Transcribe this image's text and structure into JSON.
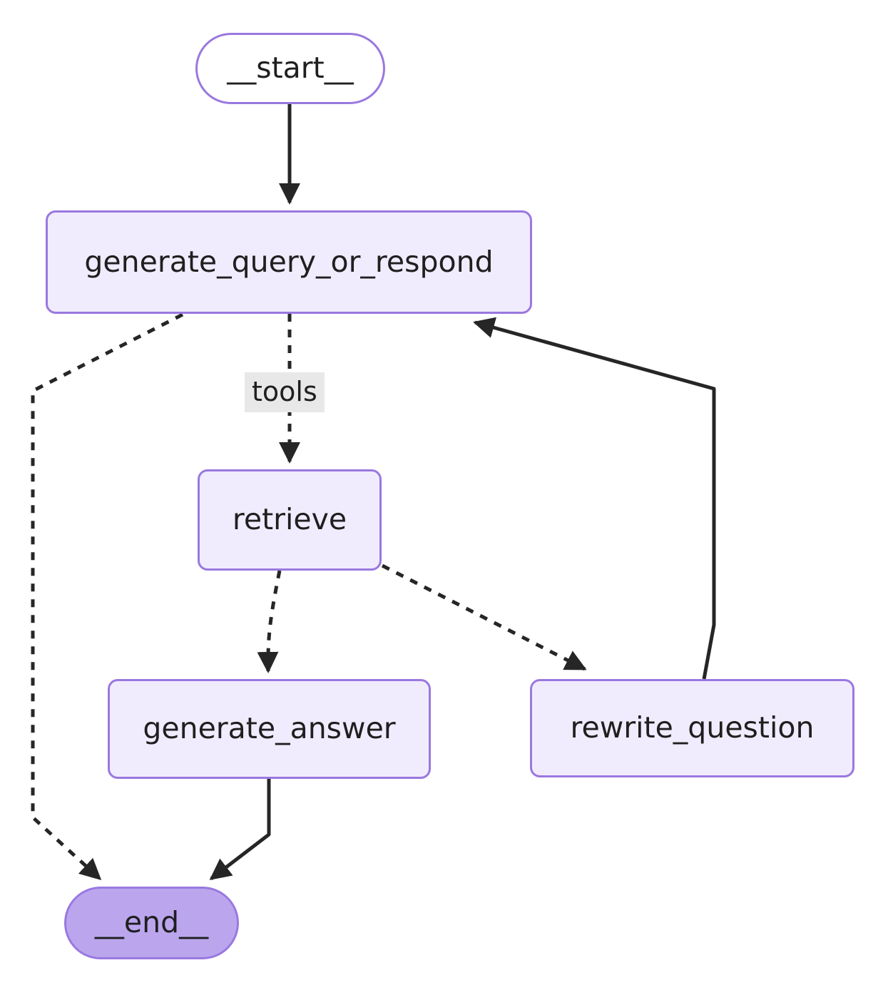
{
  "diagram": {
    "title": "LangGraph agentic RAG state graph",
    "type": "flowchart",
    "direction": "top-down",
    "colors": {
      "background": "#ffffff",
      "node_border": "#9a78e0",
      "node_fill": "#f1ecfd",
      "start_fill": "#ffffff",
      "end_fill": "#bba6ee",
      "edge_stroke": "#262626",
      "edge_label_background": "#e8e8e8",
      "text": "#1f1f1f"
    },
    "nodes": [
      {
        "id": "start",
        "label": "__start__",
        "shape": "stadium",
        "fill": "white"
      },
      {
        "id": "gqor",
        "label": "generate_query_or_respond",
        "shape": "rounded-rect",
        "fill": "lavender"
      },
      {
        "id": "retrieve",
        "label": "retrieve",
        "shape": "rounded-rect",
        "fill": "lavender"
      },
      {
        "id": "ganswer",
        "label": "generate_answer",
        "shape": "rounded-rect",
        "fill": "lavender"
      },
      {
        "id": "rewrite",
        "label": "rewrite_question",
        "shape": "rounded-rect",
        "fill": "lavender"
      },
      {
        "id": "end",
        "label": "__end__",
        "shape": "stadium",
        "fill": "purple"
      }
    ],
    "edges": [
      {
        "from": "start",
        "to": "gqor",
        "style": "solid",
        "label": ""
      },
      {
        "from": "gqor",
        "to": "retrieve",
        "style": "dashed",
        "label": "tools"
      },
      {
        "from": "gqor",
        "to": "end",
        "style": "dashed",
        "label": ""
      },
      {
        "from": "retrieve",
        "to": "ganswer",
        "style": "dashed",
        "label": ""
      },
      {
        "from": "retrieve",
        "to": "rewrite",
        "style": "dashed",
        "label": ""
      },
      {
        "from": "ganswer",
        "to": "end",
        "style": "solid",
        "label": ""
      },
      {
        "from": "rewrite",
        "to": "gqor",
        "style": "solid",
        "label": ""
      }
    ],
    "edge_labels": {
      "tools": "tools"
    }
  }
}
